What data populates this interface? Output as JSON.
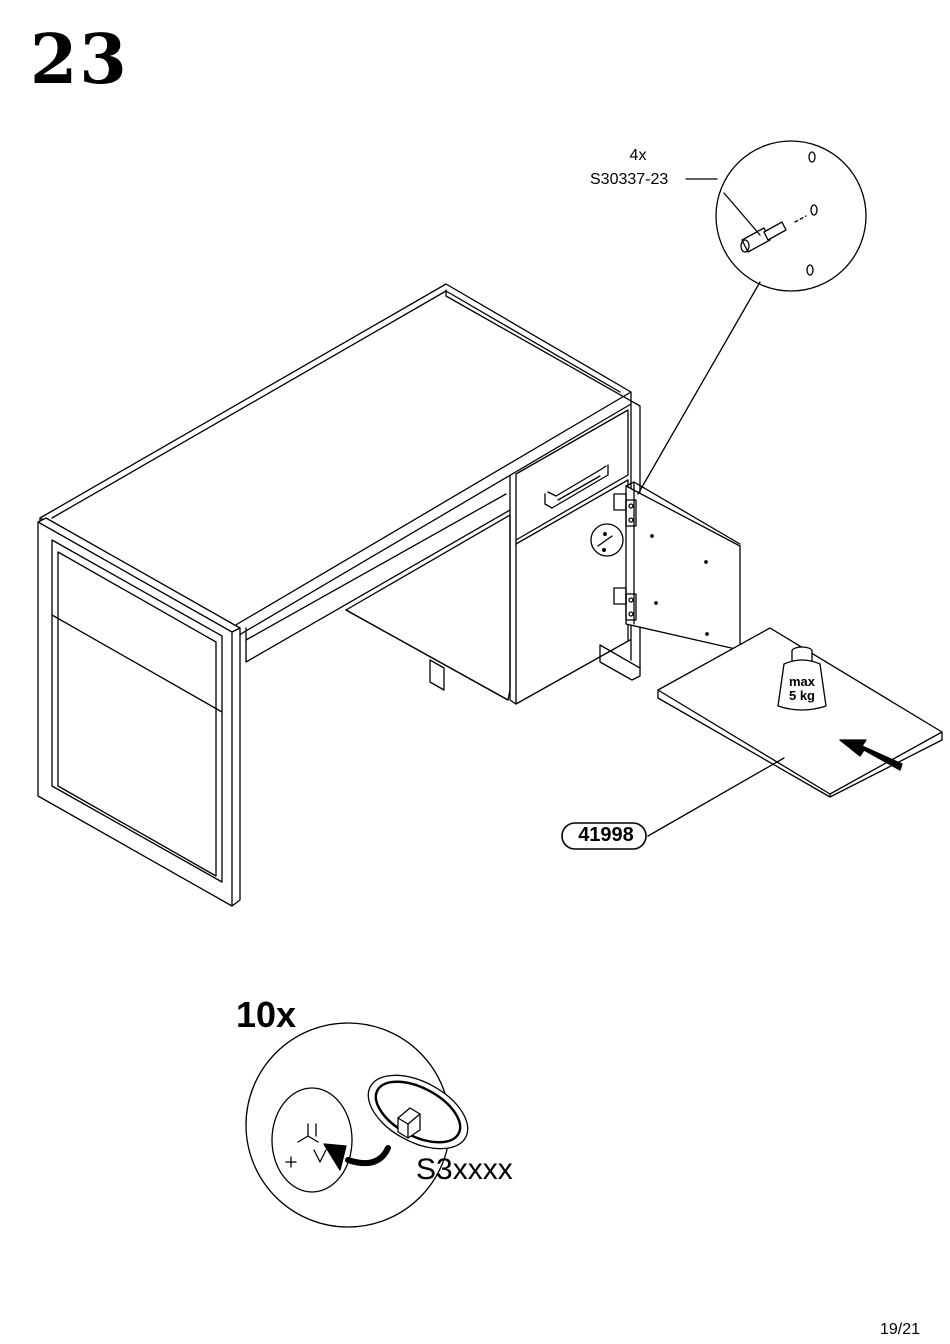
{
  "step": {
    "number": "23"
  },
  "callouts": {
    "top_quantity": "4x",
    "top_part_code": "S30337-23",
    "shelf_part_number": "41998",
    "bottom_quantity": "10x",
    "bottom_part_code": "S3xxxx"
  },
  "weight_limit": {
    "line1": "max",
    "line2": "5 kg"
  },
  "footer": {
    "page_number": "19/21"
  },
  "icons": [
    "shelf-pin-icon",
    "cam-lock-icon",
    "weight-icon",
    "insert-arrow-icon",
    "rotate-arrow-icon"
  ],
  "colors": {
    "line": "#000000",
    "background": "#ffffff"
  }
}
